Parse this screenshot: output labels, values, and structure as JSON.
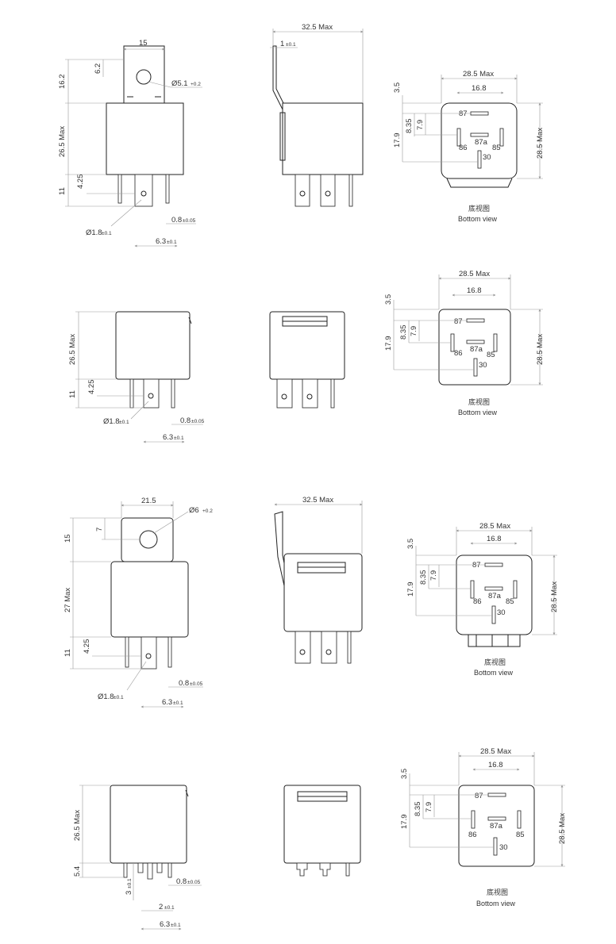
{
  "dims": {
    "d15": "15",
    "d6_2": "6.2",
    "d16_2": "16.2",
    "d26_5max": "26.5 Max",
    "d27max": "27 Max",
    "d11": "11",
    "d4_25": "4.25",
    "d5_4": "5.4",
    "d5_1": "Ø5.1",
    "d5_1tol": "+0.2",
    "d6": "Ø6",
    "d6tol": "+0.2",
    "d1_8": "Ø1.8",
    "d0_8": "0.8",
    "d6_3": "6.3",
    "d32_5max": "32.5 Max",
    "d1": "1",
    "d21_5": "21.5",
    "d7": "7",
    "d2": "2",
    "d3": "3",
    "tol01": "±0.1",
    "tol005": "±0.05",
    "d28_5max": "28.5 Max",
    "d16_8": "16.8",
    "d3_5": "3.5",
    "d17_9": "17.9",
    "d8_35": "8.35",
    "d7_9": "7.9"
  },
  "pins": {
    "p87": "87",
    "p87a": "87a",
    "p86": "86",
    "p85": "85",
    "p30": "30"
  },
  "caption": {
    "cn": "底视图",
    "en": "Bottom view"
  }
}
